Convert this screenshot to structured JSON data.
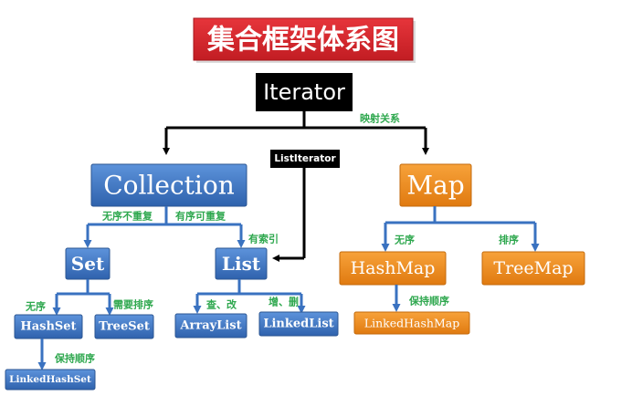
{
  "title": "集合框架体系图",
  "colors": {
    "title_bg": "#d8232a",
    "iterator_bg": "#000000",
    "collection_bg": "#3a72c0",
    "map_bg": "#f08a1c",
    "label_green": "#2fa84f"
  },
  "nodes": {
    "iterator": "Iterator",
    "list_iterator": "ListIterator",
    "collection": "Collection",
    "map": "Map",
    "set": "Set",
    "list": "List",
    "hashset": "HashSet",
    "treeset": "TreeSet",
    "linkedhashset": "LinkedHashSet",
    "arraylist": "ArrayList",
    "linkedlist": "LinkedList",
    "hashmap": "HashMap",
    "treemap": "TreeMap",
    "linkedhashmap": "LinkedHashMap"
  },
  "labels": {
    "mapping": "映射关系",
    "unordered_unique": "无序不重复",
    "ordered_repeatable": "有序可重复",
    "indexed": "有索引",
    "unordered_set": "无序",
    "needs_sort": "需要排序",
    "keep_order_set": "保持顺序",
    "query_modify": "查、改",
    "add_delete": "增、删",
    "unordered_map": "无序",
    "sorted_map": "排序",
    "keep_order_map": "保持顺序"
  }
}
